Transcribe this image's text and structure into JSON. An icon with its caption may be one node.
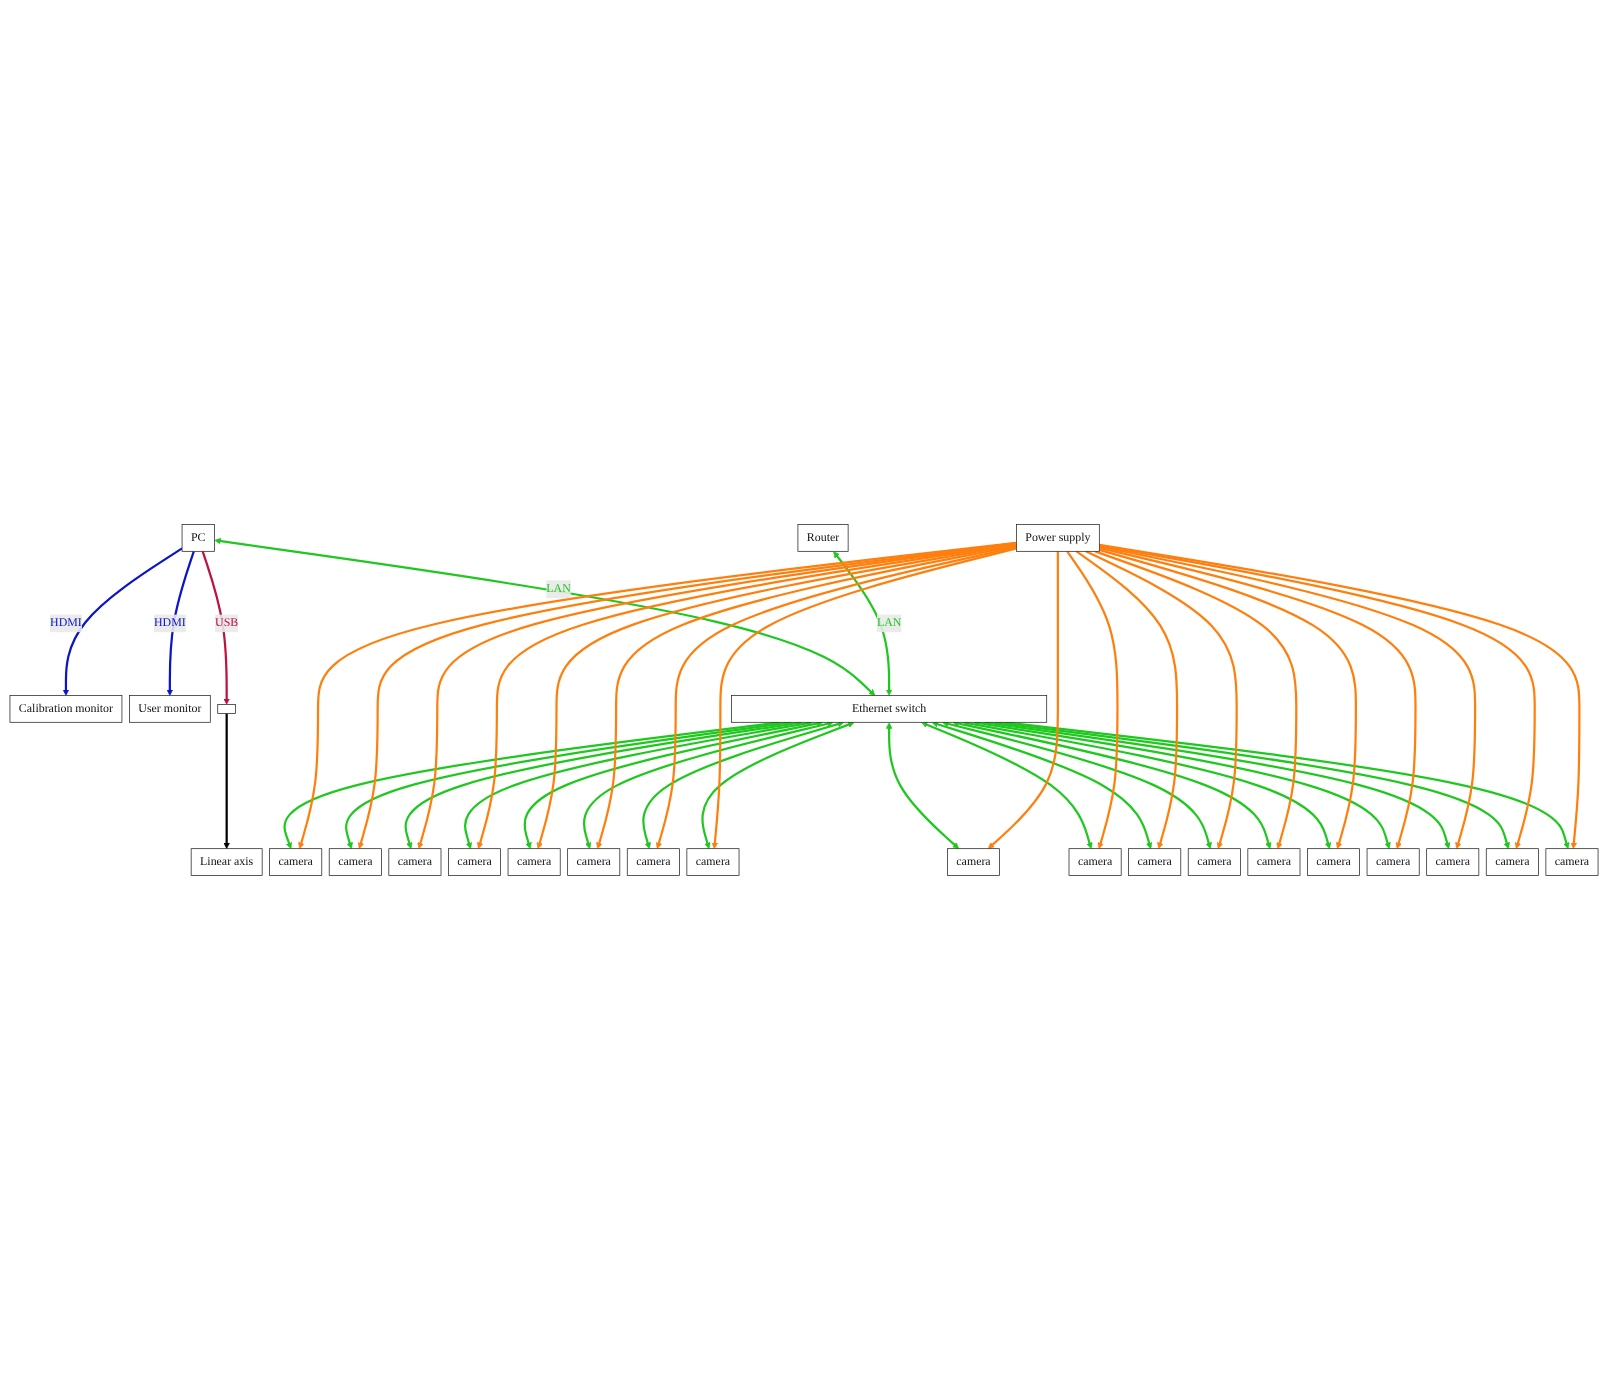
{
  "diagram": {
    "nodes": [
      {
        "text": [
          "Calibration monitor"
        ]
      },
      {
        "text": [
          "Linear axis"
        ]
      },
      {
        "text": [
          "User monitor"
        ]
      },
      {
        "text": [
          "PC"
        ]
      },
      {
        "text": [],
        "shape": "box"
      },
      {
        "text": [
          "Router"
        ]
      },
      {
        "text": [
          "Ethernet switch"
        ]
      },
      {
        "text": [
          "Power supply"
        ]
      },
      {
        "text": [
          "camera"
        ]
      },
      {
        "text": [
          "camera"
        ]
      },
      {
        "text": [
          "camera"
        ]
      },
      {
        "text": [
          "camera"
        ]
      },
      {
        "text": [
          "camera"
        ]
      },
      {
        "text": [
          "camera"
        ]
      },
      {
        "text": [
          "camera"
        ]
      },
      {
        "text": [
          "camera"
        ]
      },
      {
        "text": [
          "camera"
        ]
      },
      {
        "text": [
          "camera"
        ]
      },
      {
        "text": [
          "camera"
        ]
      },
      {
        "text": [
          "camera"
        ]
      },
      {
        "text": [
          "camera"
        ]
      },
      {
        "text": [
          "camera"
        ]
      },
      {
        "text": [
          "camera"
        ]
      },
      {
        "text": [
          "camera"
        ]
      },
      {
        "text": [
          "camera"
        ]
      },
      {
        "text": [
          "camera"
        ]
      }
    ],
    "edges": [
      {
        "from": 3,
        "to": 0,
        "arrow": "to",
        "label": "HDMI",
        "color": "#0a14c8"
      },
      {
        "from": 3,
        "to": 2,
        "arrow": "to",
        "label": "HDMI",
        "color": "#0a14c8"
      },
      {
        "from": 3,
        "to": 4,
        "arrow": "to",
        "label": "USB",
        "color": "#c0103f"
      },
      {
        "from": 4,
        "to": 1,
        "arrow": "to",
        "color": "#000000"
      },
      {
        "from": 3,
        "to": 6,
        "arrow": "both",
        "label": "LAN"
      },
      {
        "from": 5,
        "to": 6,
        "arrow": "both",
        "label": "LAN"
      },
      {
        "from": 6,
        "to": 8,
        "arrow": "both"
      },
      {
        "from": 6,
        "to": 9,
        "arrow": "both"
      },
      {
        "from": 6,
        "to": 10,
        "arrow": "both"
      },
      {
        "from": 6,
        "to": 11,
        "arrow": "both"
      },
      {
        "from": 6,
        "to": 12,
        "arrow": "both"
      },
      {
        "from": 6,
        "to": 13,
        "arrow": "both"
      },
      {
        "from": 6,
        "to": 14,
        "arrow": "both"
      },
      {
        "from": 6,
        "to": 15,
        "arrow": "both"
      },
      {
        "from": 6,
        "to": 16,
        "arrow": "both"
      },
      {
        "from": 6,
        "to": 17,
        "arrow": "both"
      },
      {
        "from": 6,
        "to": 18,
        "arrow": "both"
      },
      {
        "from": 6,
        "to": 19,
        "arrow": "both"
      },
      {
        "from": 6,
        "to": 20,
        "arrow": "both"
      },
      {
        "from": 6,
        "to": 21,
        "arrow": "both"
      },
      {
        "from": 6,
        "to": 22,
        "arrow": "both"
      },
      {
        "from": 6,
        "to": 23,
        "arrow": "both"
      },
      {
        "from": 6,
        "to": 24,
        "arrow": "both"
      },
      {
        "from": 6,
        "to": 25,
        "arrow": "both"
      },
      {
        "from": 7,
        "to": 8,
        "arrow": "to",
        "color": "#ff7f0e"
      },
      {
        "from": 7,
        "to": 9,
        "arrow": "to",
        "color": "#ff7f0e"
      },
      {
        "from": 7,
        "to": 10,
        "arrow": "to",
        "color": "#ff7f0e"
      },
      {
        "from": 7,
        "to": 11,
        "arrow": "to",
        "color": "#ff7f0e"
      },
      {
        "from": 7,
        "to": 12,
        "arrow": "to",
        "color": "#ff7f0e"
      },
      {
        "from": 7,
        "to": 13,
        "arrow": "to",
        "color": "#ff7f0e"
      },
      {
        "from": 7,
        "to": 14,
        "arrow": "to",
        "color": "#ff7f0e"
      },
      {
        "from": 7,
        "to": 15,
        "arrow": "to",
        "color": "#ff7f0e"
      },
      {
        "from": 7,
        "to": 16,
        "arrow": "to",
        "color": "#ff7f0e"
      },
      {
        "from": 7,
        "to": 17,
        "arrow": "to",
        "color": "#ff7f0e"
      },
      {
        "from": 7,
        "to": 18,
        "arrow": "to",
        "color": "#ff7f0e"
      },
      {
        "from": 7,
        "to": 19,
        "arrow": "to",
        "color": "#ff7f0e"
      },
      {
        "from": 7,
        "to": 20,
        "arrow": "to",
        "color": "#ff7f0e"
      },
      {
        "from": 7,
        "to": 21,
        "arrow": "to",
        "color": "#ff7f0e"
      },
      {
        "from": 7,
        "to": 22,
        "arrow": "to",
        "color": "#ff7f0e"
      },
      {
        "from": 7,
        "to": 23,
        "arrow": "to",
        "color": "#ff7f0e"
      },
      {
        "from": 7,
        "to": 24,
        "arrow": "to",
        "color": "#ff7f0e"
      },
      {
        "from": 7,
        "to": 25,
        "arrow": "to",
        "color": "#ff7f0e"
      }
    ]
  }
}
